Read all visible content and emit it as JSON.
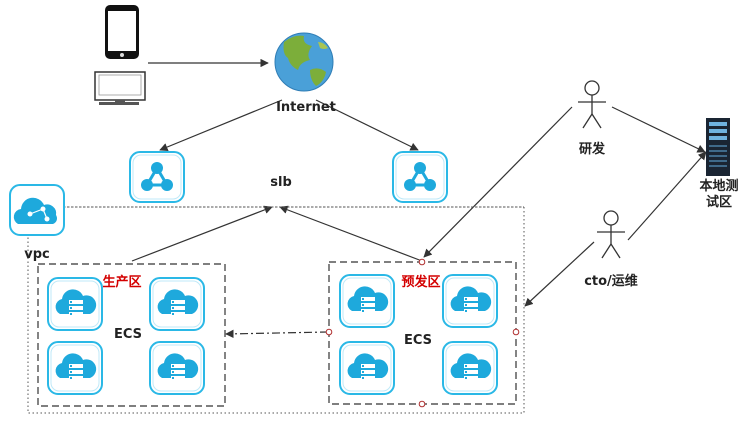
{
  "labels": {
    "internet": "Internet",
    "slb": "slb",
    "vpc": "vpc",
    "prod_zone": "生产区",
    "staging_zone": "预发区",
    "ecs_prod": "ECS",
    "ecs_staging": "ECS",
    "dev": "研发",
    "cto_ops": "cto/运维",
    "local_test_line1": "本地测",
    "local_test_line2": "试区"
  },
  "colors": {
    "tile_border": "#2ab8e6",
    "tile_icon": "#1ea9dc",
    "zone_label": "#d40000",
    "line": "#333333"
  }
}
